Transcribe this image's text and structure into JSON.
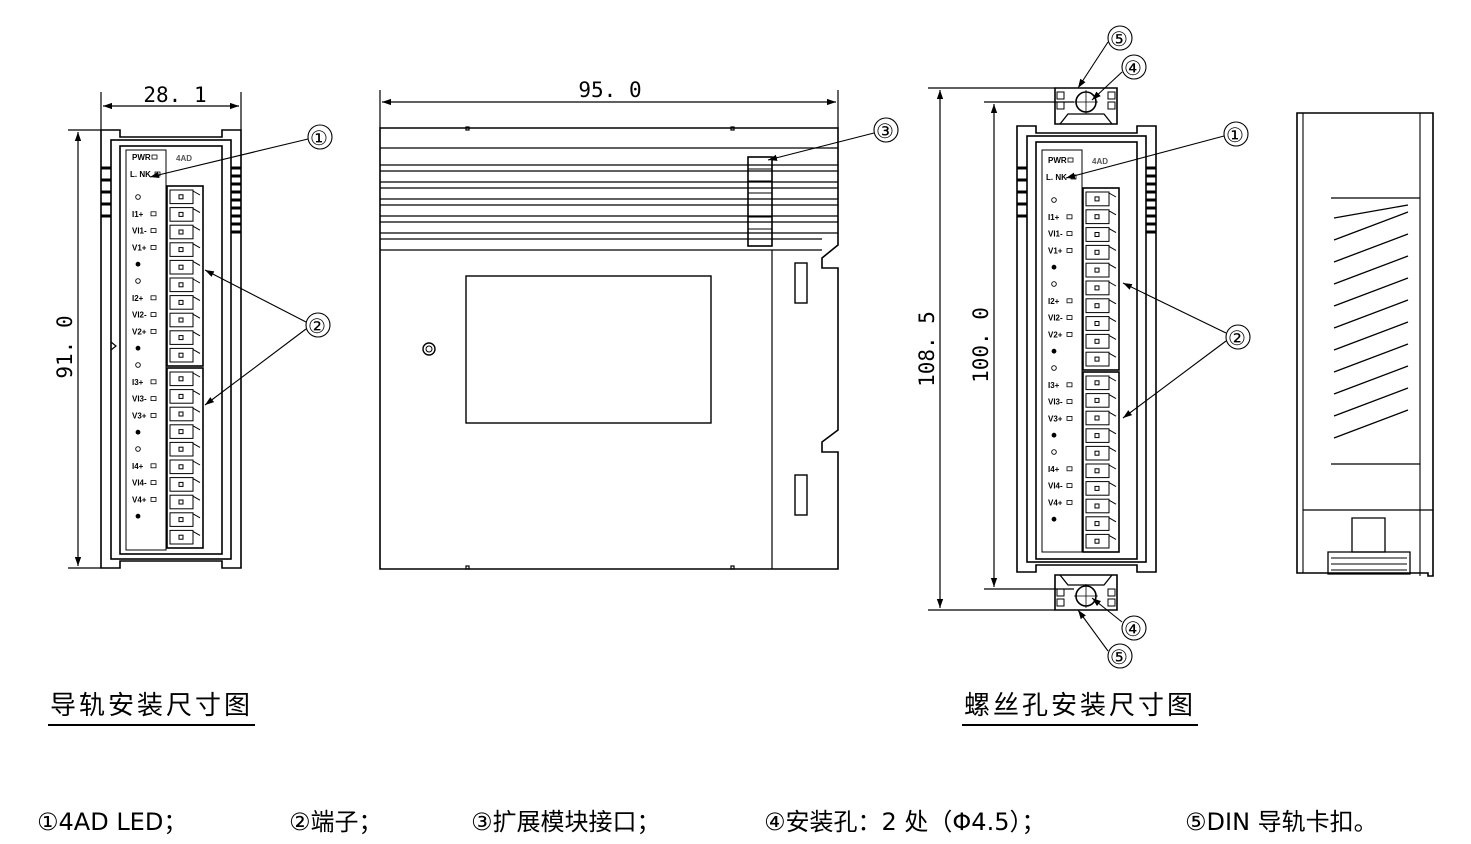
{
  "dimensions": {
    "width_rail": "28. 1",
    "height_rail": "91. 0",
    "depth": "95. 0",
    "height_screw_total": "108. 5",
    "height_screw_body": "100. 0"
  },
  "callouts": [
    "①",
    "②",
    "③",
    "④",
    "⑤"
  ],
  "module": {
    "model": "4AD",
    "status_leds": [
      "PWR",
      "L. NK"
    ],
    "channels": [
      [
        "I1+",
        "VI1-",
        "V1+"
      ],
      [
        "I2+",
        "VI2-",
        "V2+"
      ],
      [
        "I3+",
        "VI3-",
        "V3+"
      ],
      [
        "I4+",
        "VI4-",
        "V4+"
      ]
    ]
  },
  "captions": {
    "rail": "导轨安装尺寸图",
    "screw": "螺丝孔安装尺寸图"
  },
  "legend": [
    "①4AD LED；",
    "②端子；",
    "③扩展模块接口；",
    "④安装孔：2 处（Φ4.5）；",
    "⑤DIN 导轨卡扣。"
  ]
}
